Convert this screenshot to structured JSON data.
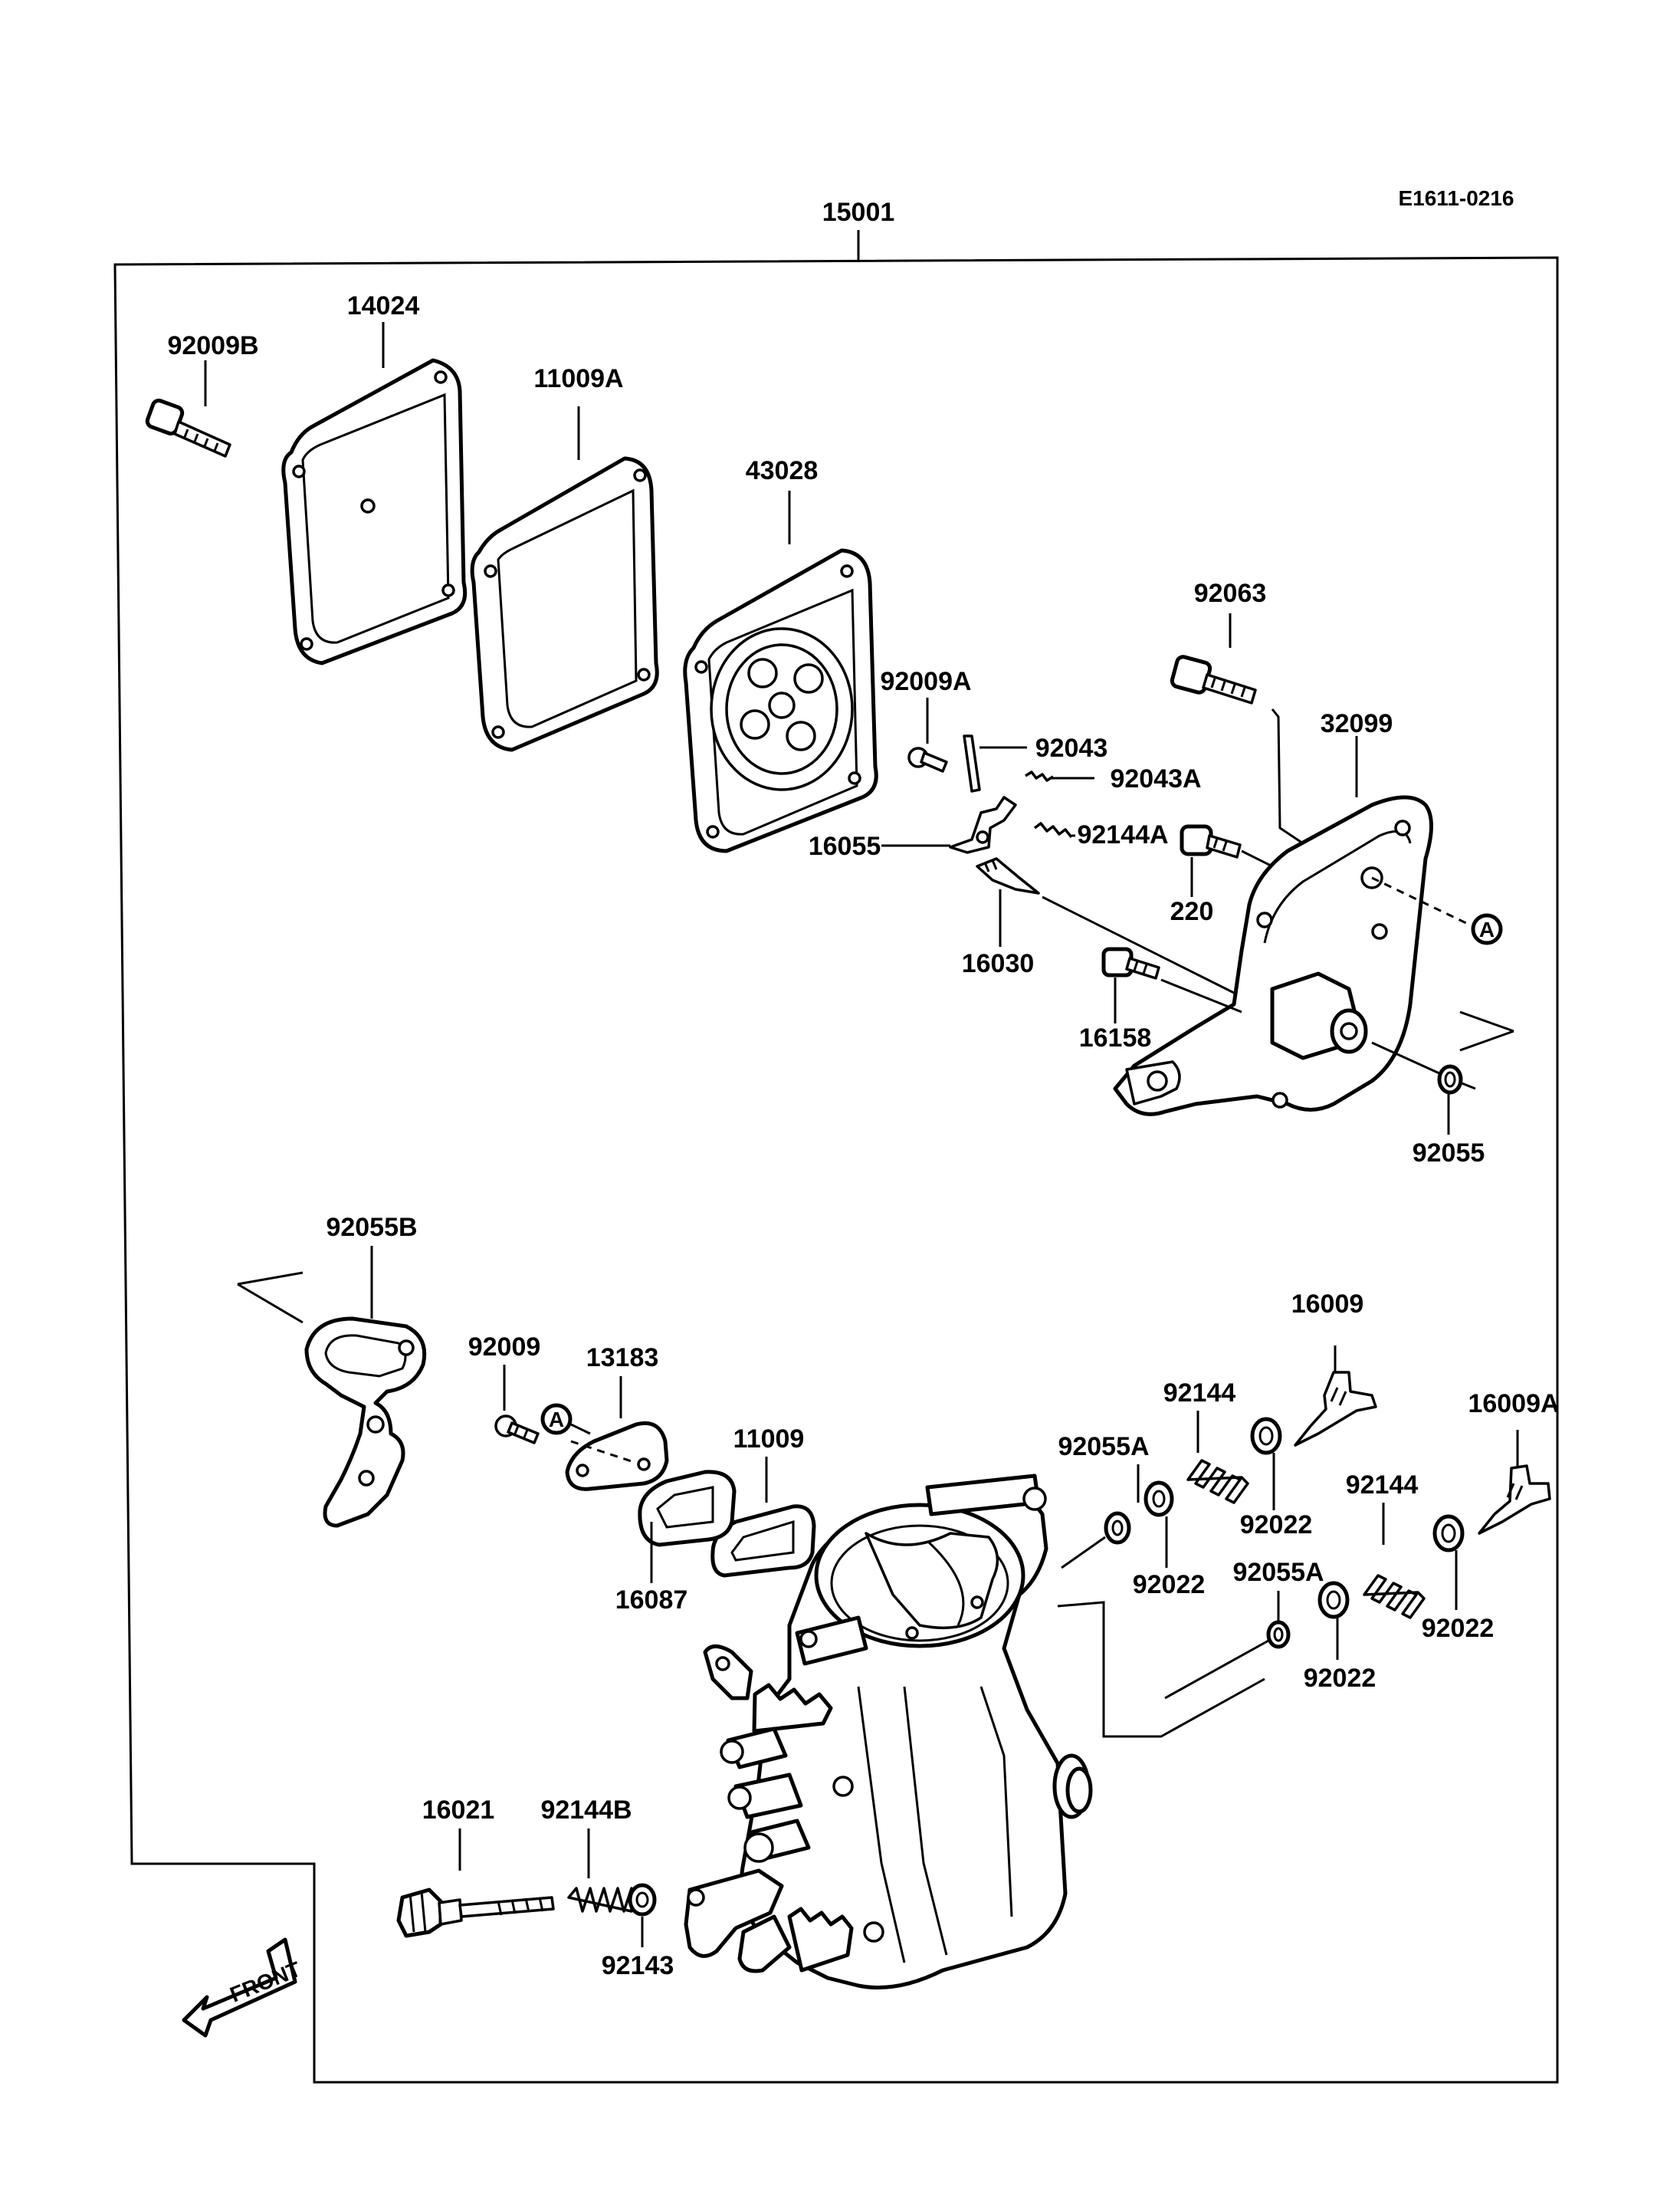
{
  "diagram_code": "E1611-0216",
  "front_label": "FRONT",
  "marker_letter": "A",
  "parts": {
    "p15001": "15001",
    "p92009B": "92009B",
    "p14024": "14024",
    "p11009A": "11009A",
    "p43028": "43028",
    "p92063": "92063",
    "p32099": "32099",
    "p92009A": "92009A",
    "p92043": "92043",
    "p92043A": "92043A",
    "p16055": "16055",
    "p92144A": "92144A",
    "p220": "220",
    "p16030": "16030",
    "p16158": "16158",
    "p92055": "92055",
    "p92055B": "92055B",
    "p92009": "92009",
    "p13183": "13183",
    "p11009": "11009",
    "p16087": "16087",
    "p16009": "16009",
    "p16009A": "16009A",
    "p92144_1": "92144",
    "p92144_2": "92144",
    "p92055A_1": "92055A",
    "p92055A_2": "92055A",
    "p92022_1": "92022",
    "p92022_2": "92022",
    "p92022_3": "92022",
    "p92022_4": "92022",
    "p16021": "16021",
    "p92144B": "92144B",
    "p92143": "92143"
  }
}
